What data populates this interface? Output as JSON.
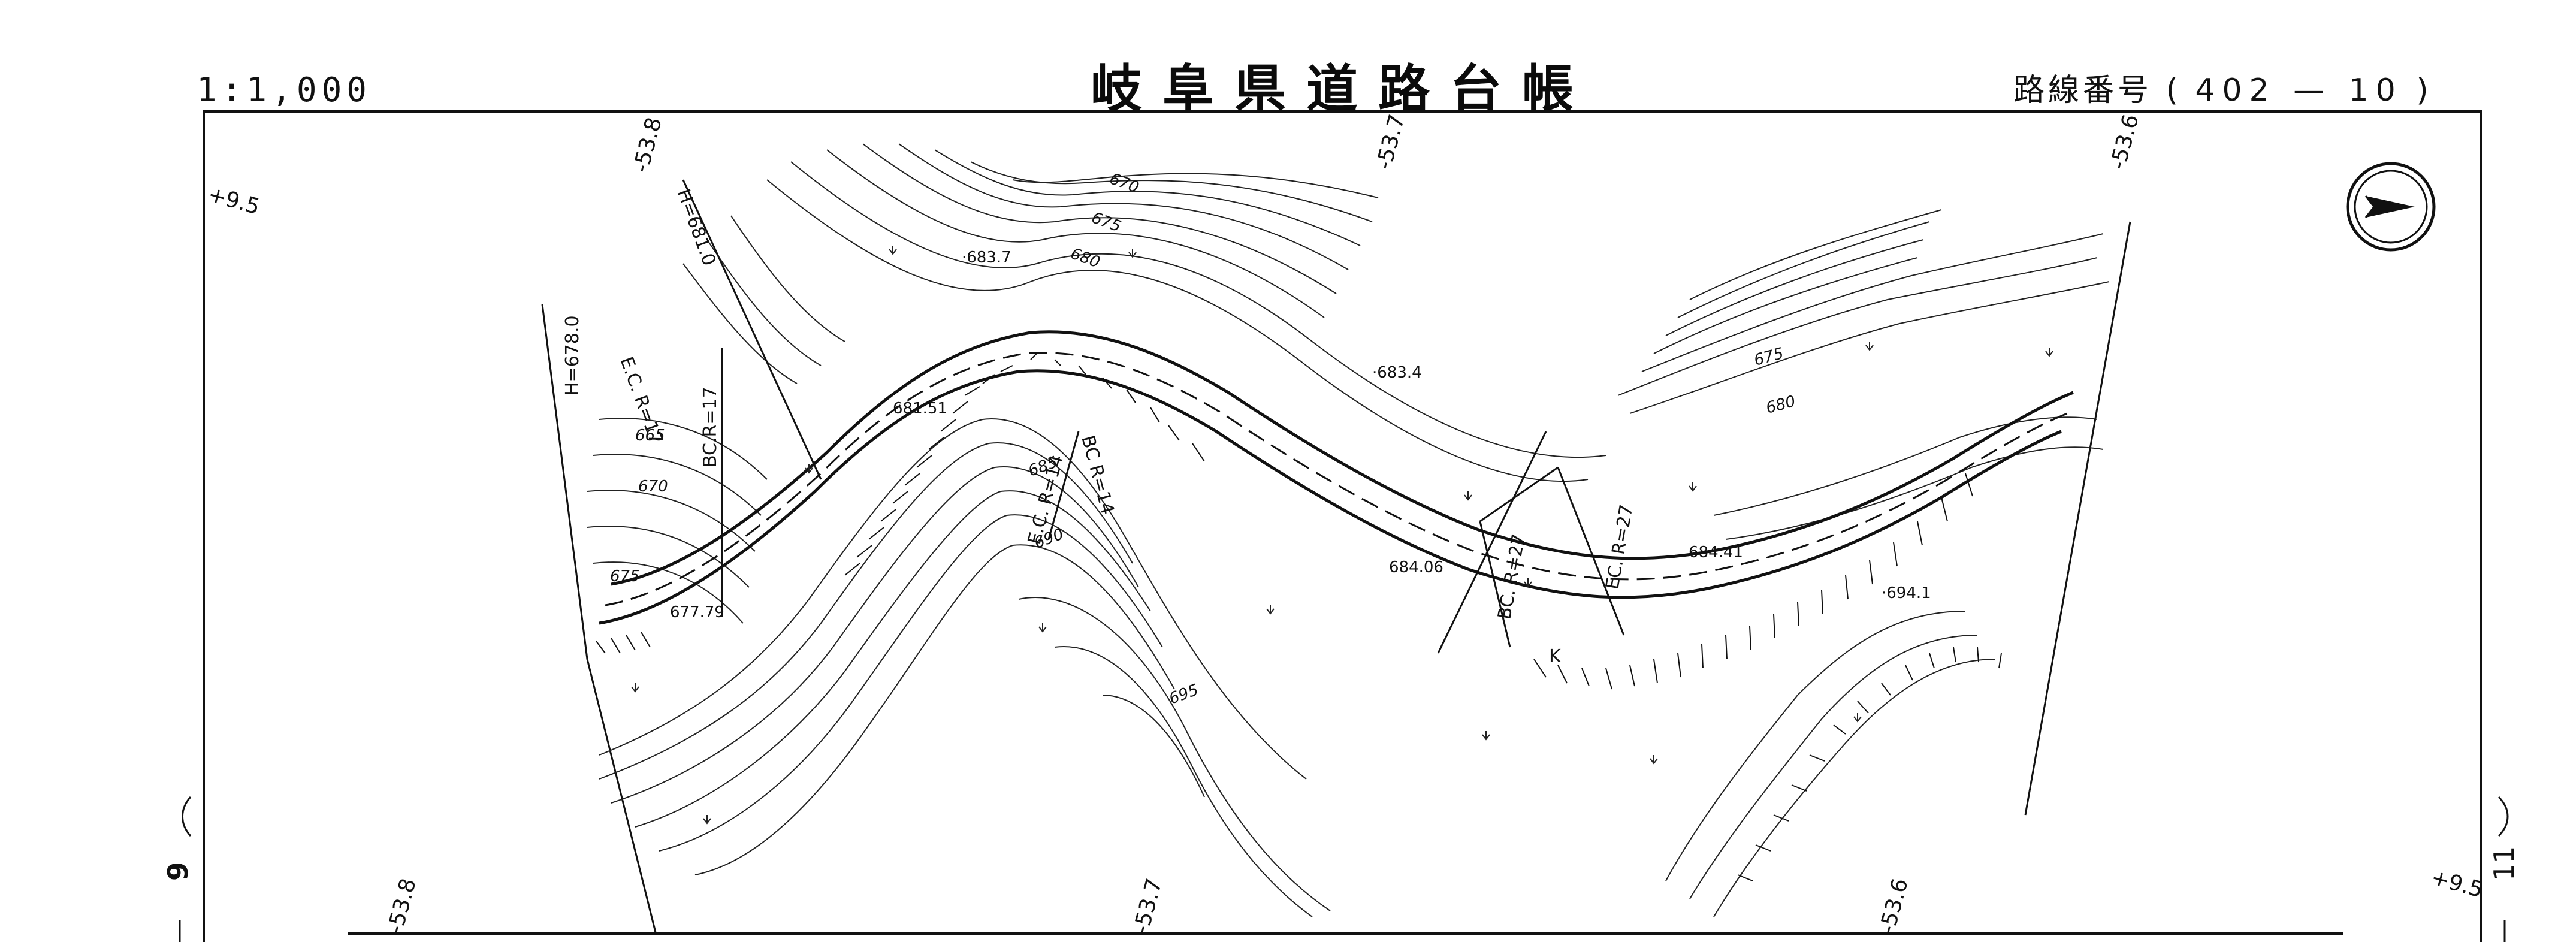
{
  "header": {
    "scale": "1:1,000",
    "title": "岐阜県道路台帳",
    "route_label": "路線番号",
    "route_open": "(",
    "route_number": "402 — 10",
    "route_close": ")"
  },
  "grid_labels": {
    "top": [
      "-53.8",
      "-53.7",
      "-53.6"
    ],
    "bottom": [
      "-53.8",
      "-53.7",
      "-53.6"
    ],
    "left": "+9.5",
    "right": "+9.5"
  },
  "margin_marks": {
    "left_sheet": "9",
    "right_sheet": "11"
  },
  "curve_labels": {
    "bc_r17_a": "BC.R=17",
    "ec_r17": "E.C. R=17",
    "h_678": "H=678.0",
    "h_681": "H=681.0",
    "ec_r14": "E.C. R=14",
    "bc_r14": "BC R=14",
    "bc_r27": "BC. R=27",
    "ec_r27": "EC. R=27",
    "k": "K"
  },
  "elevations": {
    "e683_7": "·683.7",
    "e681_51": "681.51",
    "e683_4": "·683.4",
    "e684_06": "684.06",
    "e684_41": "684.41",
    "e694_1": "·694.1",
    "e677_79": "677.79"
  },
  "contour_labels": {
    "c670": "670",
    "c675": "675",
    "c680": "680",
    "c685": "685",
    "c690": "690",
    "c695": "695",
    "c665_l": "665",
    "c670_l": "670",
    "c675_l": "675",
    "c675_r": "675",
    "c680_r": "680"
  },
  "icons": {
    "north": "north-arrow-icon",
    "vegetation": "grass-symbol-icon"
  }
}
